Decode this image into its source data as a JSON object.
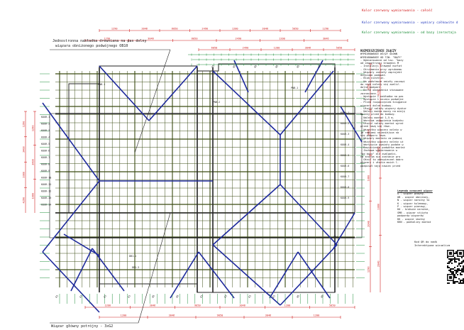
{
  "legend": {
    "red": "Kolor czerwony wymiarowania - całość",
    "blue": "Kolor czerwony wymiarowania - wymiary całkowite d",
    "green": "Kolor czerwony wymiarowania - od bazy (zerastaja"
  },
  "notes": {
    "top_note_line1": "Jednostronna nakładka drewniana na pas dolny",
    "top_note_line2": "wiązara obniżonego podwójnego OB10",
    "bottom_note": "Wiązar główny potrójny - 3xG2"
  },
  "side_panel": {
    "heading": "ROZMIESZCZENIE ZŁĄCZY",
    "sub1": "WYMIAROWANIE WIĄZY GŁÓWN",
    "sub2": "WYMIAROWANIE OD TZW. \"BAZY\"",
    "lines": [
      "- Wymiarowanie od tzw. \"bazy",
      "  od zewnętrznej krawędzi M",
      "- Instalacji krawędź murłat",
      "- Otrzymania przy zgrubnemu",
      "- Wiązary zostały zaprojekt",
      "  dzęsiowo podawać.",
      "- Blok niechlin.",
      "- Na podstawie zmiały zaczepi",
      "  do nich należy się zwalić.",
      "  dolne podparć.",
      "- Dolne obciążenie stosowane",
      "  zaznaczone.",
      "- Wystąpie 1 nakładka na pas",
      "- Wystąpie 1 usuniu podwójne",
      "- Przed rozpoczęciem ściąganie",
      "  wiązary dolne budowy.",
      "- Ułożyć należy wiązary dyskur",
      "- Należy można mocny na mieję",
      "  Należy przed do budowy.",
      "- Należy montaż 1,5 m.",
      "- Warstwa usłupienia budynku",
      "- Ułożyć należy montaż wyraź",
      "  przed ławą się równ.",
      "- Wszystko wiązary należy w",
      "  je ramiami najmniejsza na",
      "  się podporu lewa.",
      "- Wiązary montażu za pomocą",
      "- Wszystko wiązary należy uż",
      "- Warszycie wymiary podane w",
      "- Dowiezienie podwórka montaż",
      "- Zachowa wymiarowania w",
      "  \"od bazy\" ale zwalgości.",
      "  na którym się zostanie pro",
      "- Ośnić to ubezpieczeń dobrz",
      "  wiązary i ułożia moich l.",
      "  podpisał nają nowiec przed"
    ]
  },
  "legend_table": {
    "heading": "Legenda oznaczeń wiązar",
    "items": [
      "G   - wiązar główny,",
      "OB  - wiązar obniżony,",
      "N   - wiązar narożny to",
      "K   - wiązar kulemowy,",
      "P   - wiązar pionowy,",
      "KO  - krokwie narożne,",
      "SMB - wiązar stiżyto",
      "      podporów wiązarów",
      "KK  - wiązar skośny",
      "KKN - podkaliny montaż"
    ]
  },
  "qr": {
    "caption1": "Kod QR do nadk",
    "caption2": "Interaktywna wizualiza"
  },
  "dims": {
    "top": [
      "1290",
      "3046",
      "6050",
      "2490",
      "1200",
      "3046",
      "5050",
      "1290"
    ],
    "right": [
      "4290",
      "3400",
      "1080",
      "2040",
      "1290"
    ],
    "bottom": [
      "1200",
      "3046",
      "9050",
      "3046",
      "1200",
      "5050"
    ],
    "left": [
      "1290",
      "3400",
      "1080",
      "4290"
    ]
  },
  "truss_labels": {
    "left": [
      "KOUR-1",
      "KOUR-2",
      "KOUR-3",
      "KOUR-4",
      "KOUR-5",
      "KOUR-6",
      "KOUR-7",
      "KOUR-8",
      "KOUR-9",
      "KOUR-10",
      "KOUR-11",
      "KOUR-12",
      "KOUR-13",
      "KOUR-14"
    ],
    "right": [
      "KOUR-1",
      "KOUR-2",
      "KOUR-3",
      "KOUR-4",
      "KOUR-5",
      "KOUR-6",
      "KOUR-7",
      "KOUR-8",
      "KOUR-9"
    ],
    "top": [
      "N5",
      "N5",
      "N5",
      "N5",
      "N5",
      "N5"
    ],
    "bottom": [
      "K1",
      "K1",
      "K1",
      "K1",
      "N5",
      "N5",
      "K1",
      "K1",
      "K1",
      "K1",
      "N5",
      "N5"
    ],
    "beams": [
      "PNB-1",
      "PNB-2",
      "PNB-1",
      "DB1-1",
      "DB1-3",
      "DB1-1"
    ]
  },
  "colors": {
    "blue": "#1e2a9c",
    "olive": "#3a4a12",
    "red": "#d02020",
    "green": "#1f8f3a",
    "dark": "#222222"
  }
}
